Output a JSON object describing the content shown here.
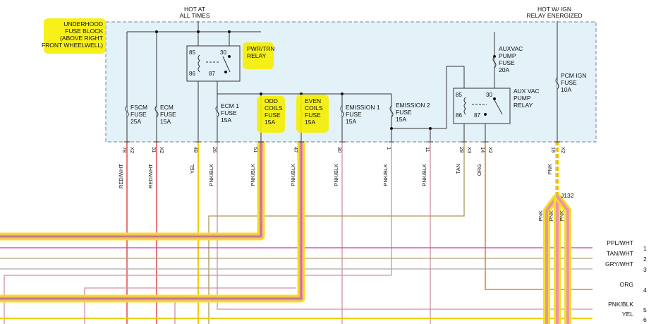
{
  "header": {
    "hot_at_all_times": [
      "HOT AT",
      "ALL TIMES"
    ],
    "hot_w_ign": [
      "HOT W/ IGN",
      "RELAY ENERGIZED"
    ]
  },
  "fuse_block_label": [
    "UNDERHOOD",
    "FUSE BLOCK",
    "(ABOVE RIGHT",
    "FRONT WHEELWELL)"
  ],
  "relays": {
    "pwr_trn": {
      "label": [
        "PWR/TRN",
        "RELAY"
      ],
      "pins": [
        "85",
        "30",
        "86",
        "87"
      ]
    },
    "aux_vac": {
      "label": [
        "AUX VAC",
        "PUMP",
        "RELAY"
      ],
      "pins": [
        "85",
        "30",
        "86",
        "87"
      ]
    }
  },
  "fuses": [
    {
      "label": [
        "FSCM",
        "FUSE",
        "25A"
      ]
    },
    {
      "label": [
        "ECM",
        "FUSE",
        "15A"
      ]
    },
    {
      "label": [
        "ECM 1",
        "FUSE",
        "15A"
      ]
    },
    {
      "label": [
        "ODD",
        "COILS",
        "FUSE",
        "15A"
      ]
    },
    {
      "label": [
        "EVEN",
        "COILS",
        "FUSE",
        "15A"
      ]
    },
    {
      "label": [
        "EMISSION 1",
        "FUSE",
        "15A"
      ]
    },
    {
      "label": [
        "EMISSION 2",
        "FUSE",
        "15A"
      ]
    },
    {
      "label": [
        "AUXVAC",
        "PUMP",
        "FUSE",
        "20A"
      ]
    },
    {
      "label": [
        "PCM IGN",
        "FUSE",
        "10A"
      ]
    }
  ],
  "connector_pins": [
    "78",
    "31",
    "49",
    "26",
    "51",
    "47",
    "30",
    "1",
    "11",
    "28",
    "14",
    "18"
  ],
  "connector_ids": [
    "X2",
    "X2",
    "X3",
    "X2",
    "X2"
  ],
  "wire_colors": [
    "RED/WHT",
    "RED/WHT",
    "YEL",
    "PNK/BLK",
    "PNK/BLK",
    "PNK/BLK",
    "PNK/BLK",
    "PNK/BLK",
    "PNK/BLK",
    "TAN",
    "ORG",
    "PNK"
  ],
  "splice": {
    "id": "J132",
    "branches": [
      "PNK",
      "PNK",
      "PNK"
    ]
  },
  "output_lines": [
    {
      "label": "PPL/WHT",
      "num": "1"
    },
    {
      "label": "TAN/WHT",
      "num": "2"
    },
    {
      "label": "GRY/WHT",
      "num": "3"
    },
    {
      "label": "ORG",
      "num": "4"
    },
    {
      "label": "PNK/BLK",
      "num": "5"
    },
    {
      "label": "YEL",
      "num": "6"
    }
  ]
}
